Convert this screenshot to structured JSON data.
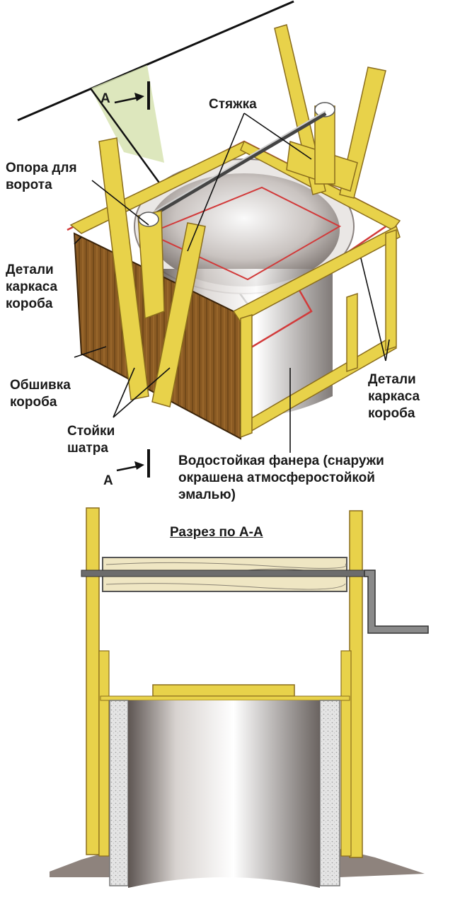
{
  "labels": {
    "styazhka": "Стяжка",
    "opora_line1": "Опора для",
    "opora_line2": "ворота",
    "detali_left_line1": "Детали",
    "detali_left_line2": "каркаса",
    "detali_left_line3": "короба",
    "obshivka_line1": "Обшивка",
    "obshivka_line2": "короба",
    "stoyki_line1": "Стойки",
    "stoyki_line2": "шатра",
    "detali_right_line1": "Детали",
    "detali_right_line2": "каркаса",
    "detali_right_line3": "короба",
    "fanera_line1": "Водостойкая фанера (снаружи",
    "fanera_line2": "окрашена атмосферостойкой",
    "fanera_line3": "эмалью)",
    "section_marker_top": "A",
    "section_marker_bottom": "A",
    "section_title": "Разрез по А-А"
  },
  "colors": {
    "wood": "#e8d24a",
    "wood_dark": "#b98f2a",
    "plank": "#8a5a23",
    "concrete": "#dcdcdc",
    "red_edge": "#d23a3a",
    "green_marker": "#d7e3b2"
  }
}
